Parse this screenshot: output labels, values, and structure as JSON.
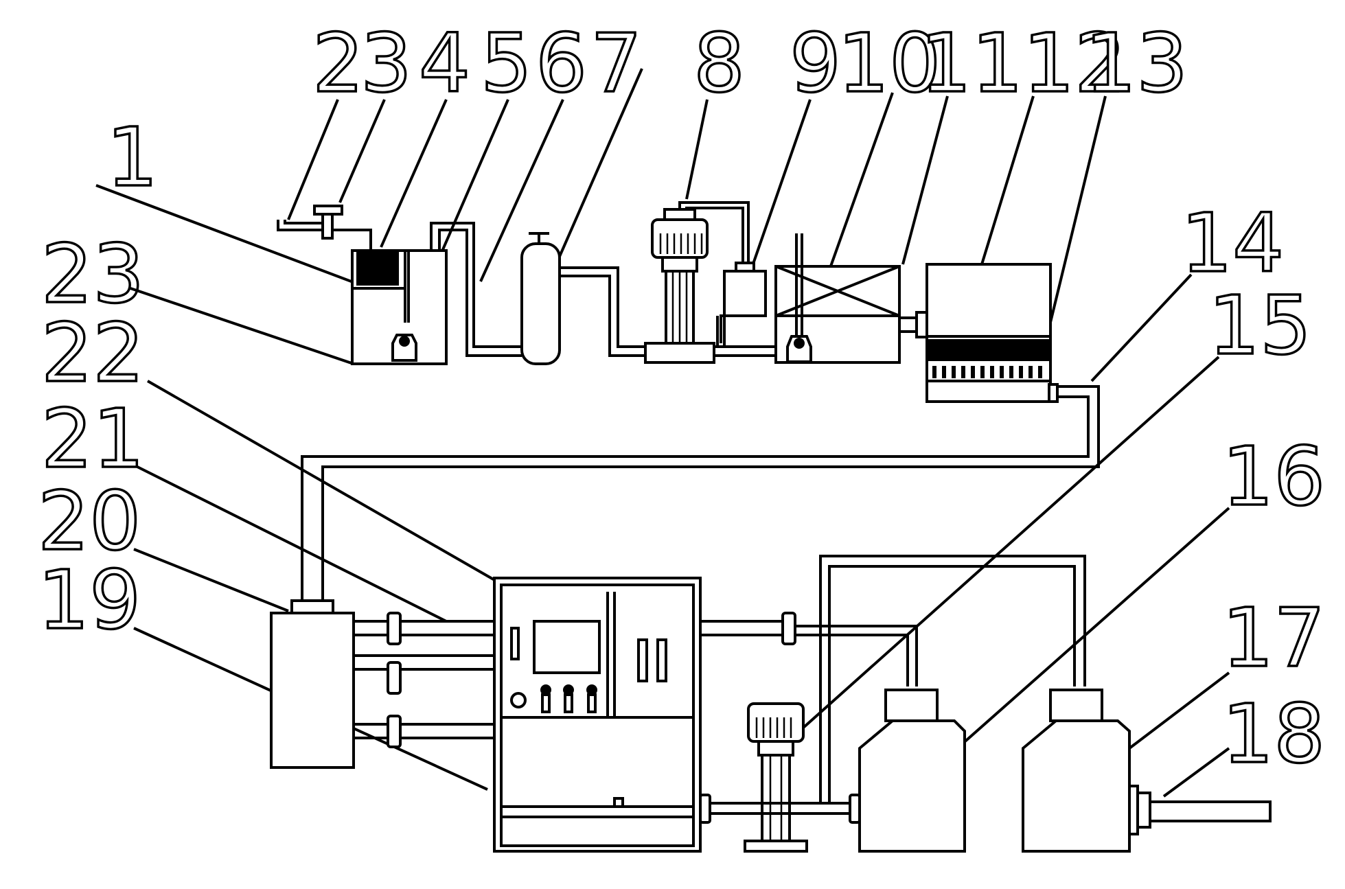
{
  "labels": {
    "l1": "1",
    "l2": "2",
    "l3": "3",
    "l4": "4",
    "l5": "5",
    "l6": "6",
    "l7": "7",
    "l8": "8",
    "l9": "9",
    "l10": "10",
    "l11": "11",
    "l12": "12",
    "l13": "13",
    "l14": "14",
    "l15": "15",
    "l16": "16",
    "l17": "17",
    "l18": "18",
    "l19": "19",
    "l20": "20",
    "l21": "21",
    "l22": "22",
    "l23": "23"
  },
  "colors": {
    "line": "#000000",
    "background": "#ffffff"
  }
}
